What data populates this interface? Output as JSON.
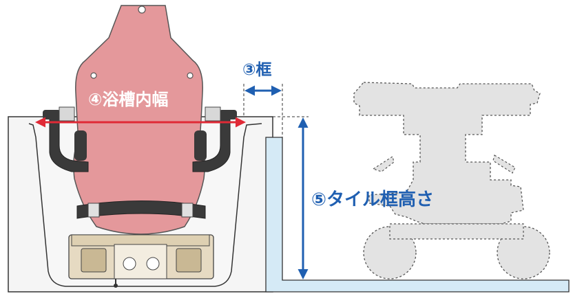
{
  "labels": {
    "bathtub_inner_width": "④浴槽内幅",
    "frame": "③框",
    "tile_frame_height": "⑤タイル框高さ"
  },
  "colors": {
    "bathtub_outline": "#333333",
    "bathtub_fill": "#f5f5f5",
    "chair_pink": "#e4989b",
    "chair_dark": "#444444",
    "chair_base": "#e6dac2",
    "tile_fill": "#d5eaf6",
    "dimension_red": "#e02a36",
    "dimension_blue": "#1f5fb1",
    "dotted_chair_fill": "#e3e3e3"
  },
  "icons": {
    "circled_number_3": "③",
    "circled_number_4": "④",
    "circled_number_5": "⑤"
  }
}
